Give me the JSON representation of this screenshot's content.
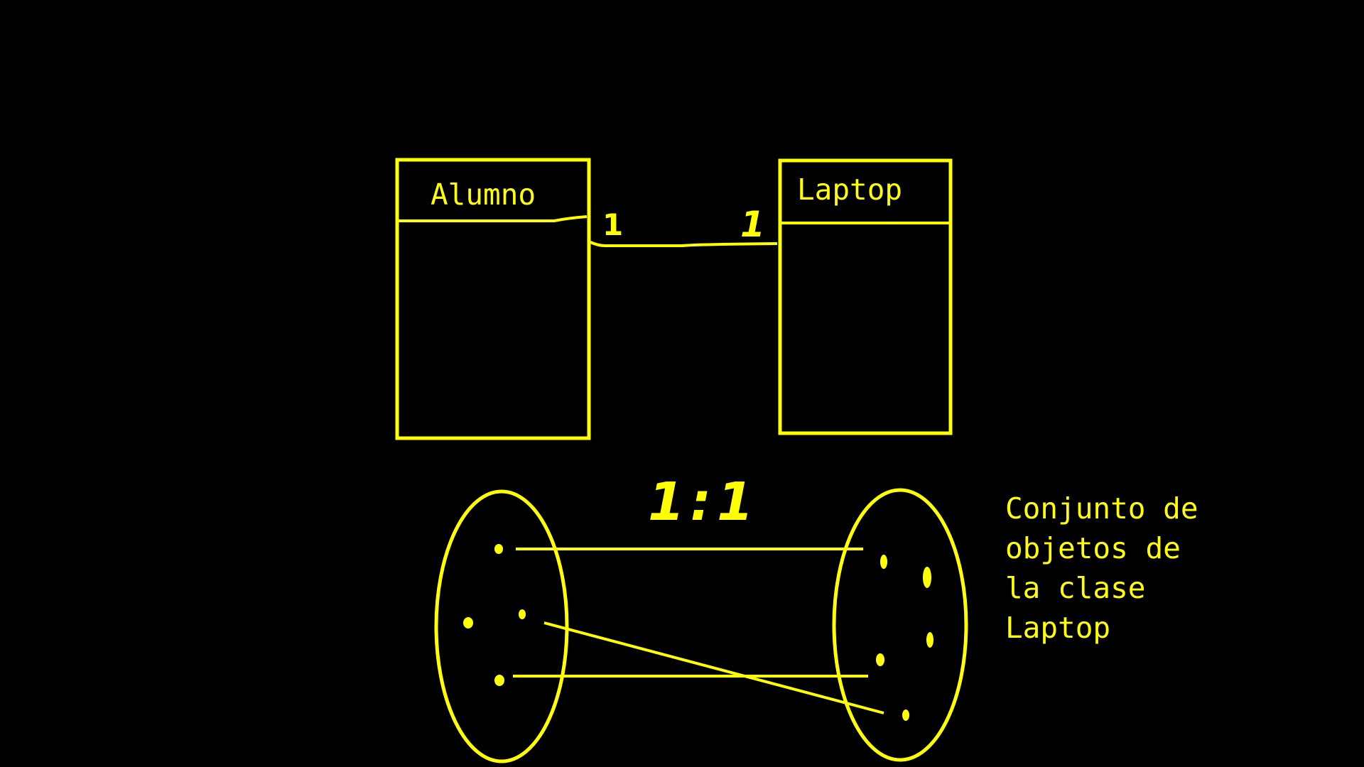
{
  "colors": {
    "background": "#000000",
    "ink": "#FFFF00"
  },
  "uml": {
    "class_left": {
      "name": "Alumno"
    },
    "class_right": {
      "name": "Laptop"
    },
    "multiplicity_left": "1",
    "multiplicity_right": "1"
  },
  "relation_label": "1:1",
  "set_caption": {
    "line1": "Conjunto de",
    "line2": "objetos de",
    "line3": "la clase",
    "line4": "Laptop"
  }
}
